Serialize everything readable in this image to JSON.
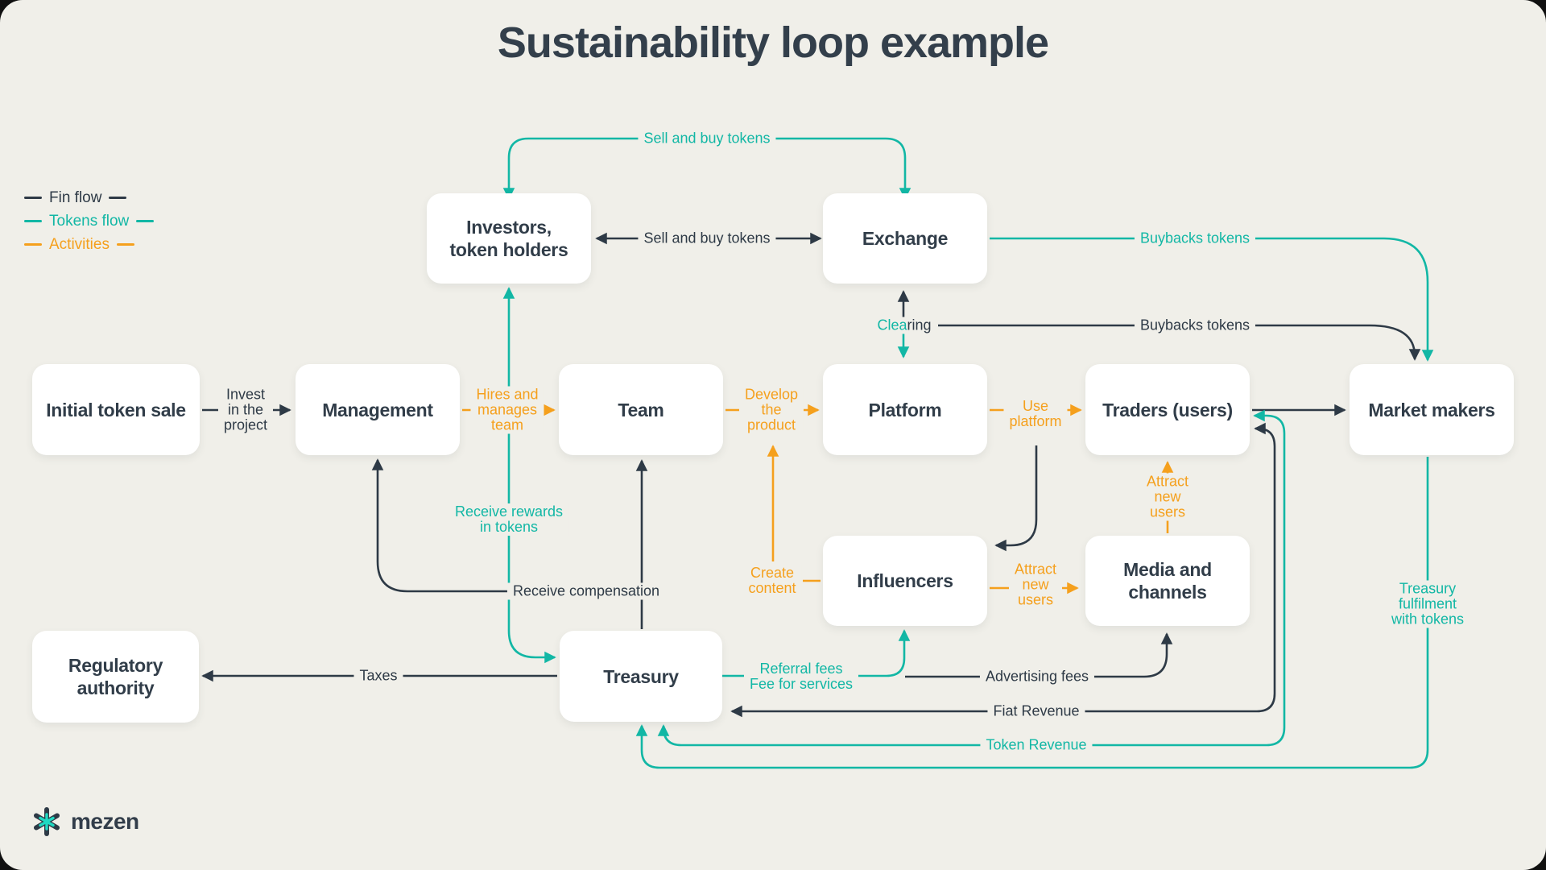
{
  "page": {
    "title": "Sustainability loop example",
    "background": "#F0EFE9",
    "corner_style": "rounded"
  },
  "colors": {
    "fin_flow": "#2E3A46",
    "tokens_flow": "#12B7A5",
    "activities": "#F5A01D",
    "node_text": "#313D49",
    "node_background": "#FFFFFF",
    "title_text": "#333F4B"
  },
  "legend": {
    "items": [
      {
        "label": "Fin flow",
        "type": "fin_flow"
      },
      {
        "label": "Tokens flow",
        "type": "tokens_flow"
      },
      {
        "label": "Activities",
        "type": "activities"
      }
    ]
  },
  "nodes": {
    "investors": {
      "label": "Investors,\ntoken holders"
    },
    "exchange": {
      "label": "Exchange"
    },
    "initial_token_sale": {
      "label": "Initial token sale"
    },
    "management": {
      "label": "Management"
    },
    "team": {
      "label": "Team"
    },
    "platform": {
      "label": "Platform"
    },
    "traders": {
      "label": "Traders (users)"
    },
    "market_makers": {
      "label": "Market makers"
    },
    "influencers": {
      "label": "Influencers"
    },
    "media_channels": {
      "label": "Media and\nchannels"
    },
    "treasury": {
      "label": "Treasury"
    },
    "regulatory_authority": {
      "label": "Regulatory\nauthority"
    }
  },
  "edge_labels": {
    "sell_buy_top": {
      "text": "Sell and buy tokens",
      "flow": "tokens_flow"
    },
    "sell_buy_mid": {
      "text": "Sell and buy tokens",
      "flow": "fin_flow"
    },
    "buybacks_tokens_teal": {
      "text": "Buybacks tokens",
      "flow": "tokens_flow"
    },
    "buybacks_tokens_dark": {
      "text": "Buybacks tokens",
      "flow": "fin_flow"
    },
    "clearing": {
      "text_teal_part": "Clea",
      "text_dark_part": "ring",
      "flow": "tokens_flow"
    },
    "invest_in_project": {
      "text": "Invest\nin the\nproject",
      "flow": "fin_flow"
    },
    "hires_manages_team": {
      "text": "Hires and\nmanages\nteam",
      "flow": "activities"
    },
    "develop_product": {
      "text": "Develop\nthe\nproduct",
      "flow": "activities"
    },
    "use_platform": {
      "text": "Use\nplatform",
      "flow": "activities"
    },
    "receive_rewards": {
      "text": "Receive rewards\nin tokens",
      "flow": "tokens_flow"
    },
    "receive_compensation": {
      "text": "Receive compensation",
      "flow": "fin_flow"
    },
    "create_content": {
      "text": "Create\ncontent",
      "flow": "activities"
    },
    "attract_new_users_media": {
      "text": "Attract\nnew\nusers",
      "flow": "activities"
    },
    "attract_new_users_traders": {
      "text": "Attract\nnew\nusers",
      "flow": "activities"
    },
    "referral_fees": {
      "text": "Referral fees\nFee for services",
      "flow": "tokens_flow"
    },
    "advertising_fees": {
      "text": "Advertising fees",
      "flow": "fin_flow"
    },
    "fiat_revenue": {
      "text": "Fiat Revenue",
      "flow": "fin_flow"
    },
    "token_revenue": {
      "text": "Token Revenue",
      "flow": "tokens_flow"
    },
    "treasury_fulfilment": {
      "text": "Treasury fulfilment\nwith tokens",
      "flow": "tokens_flow"
    },
    "taxes": {
      "text": "Taxes",
      "flow": "fin_flow"
    }
  },
  "logo": {
    "text": "mezen"
  }
}
